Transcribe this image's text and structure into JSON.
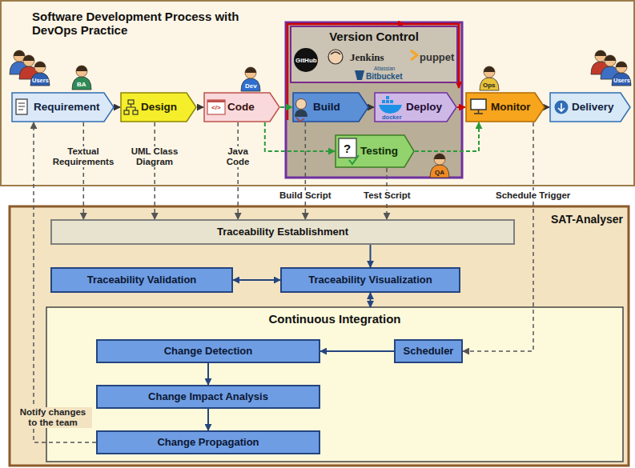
{
  "diagram": {
    "nodes": [
      {
        "text": [
          "Software Development Process with DevOps Practice"
        ]
      },
      {
        "text": [
          "Requirement"
        ],
        "in": 0
      },
      {
        "text": [
          "Design"
        ],
        "in": 0
      },
      {
        "text": [
          "Code"
        ],
        "in": 0
      },
      {
        "text": [
          "Version Control"
        ],
        "in": 0
      },
      {
        "text": [
          "Build"
        ],
        "in": 0
      },
      {
        "text": [
          "Deploy"
        ],
        "in": 0
      },
      {
        "text": [
          "Testing"
        ],
        "in": 0
      },
      {
        "text": [
          "Monitor"
        ],
        "in": 0
      },
      {
        "text": [
          "Delivery"
        ],
        "in": 0
      },
      {
        "text": [
          "SAT-Analyser"
        ]
      },
      {
        "text": [
          "Traceability Establishment"
        ],
        "in": 10
      },
      {
        "text": [
          "Traceability Validation"
        ],
        "in": 10
      },
      {
        "text": [
          "Traceability Visualization"
        ],
        "in": 10
      },
      {
        "text": [
          "Continuous Integration"
        ],
        "in": 10
      },
      {
        "text": [
          "Change Detection"
        ],
        "in": 14
      },
      {
        "text": [
          "Scheduler"
        ],
        "in": 14
      },
      {
        "text": [
          "Change Impact Analysis"
        ],
        "in": 14
      },
      {
        "text": [
          "Change Propagation"
        ],
        "in": 14
      }
    ],
    "edges": [
      {
        "from": 1,
        "to": 2,
        "arrow": "to"
      },
      {
        "from": 2,
        "to": 3,
        "arrow": "to"
      },
      {
        "from": 3,
        "to": 5,
        "arrow": "to"
      },
      {
        "from": 3,
        "to": 7,
        "arrow": "to"
      },
      {
        "from": 5,
        "to": 6,
        "arrow": "to"
      },
      {
        "from": 6,
        "to": 8,
        "arrow": "to"
      },
      {
        "from": 7,
        "to": 8,
        "arrow": "to"
      },
      {
        "from": 8,
        "to": 9,
        "arrow": "to"
      },
      {
        "from": 1,
        "to": 11,
        "label": "Textual Requirements",
        "arrow": "to"
      },
      {
        "from": 2,
        "to": 11,
        "label": "UML Class Diagram",
        "arrow": "to"
      },
      {
        "from": 3,
        "to": 11,
        "label": "Java Code",
        "arrow": "to"
      },
      {
        "from": 5,
        "to": 11,
        "label": "Build Script",
        "arrow": "to"
      },
      {
        "from": 7,
        "to": 11,
        "label": "Test Script",
        "arrow": "to"
      },
      {
        "from": 8,
        "to": 16,
        "label": "Schedule Trigger",
        "arrow": "to"
      },
      {
        "from": 11,
        "to": 13,
        "arrow": "to"
      },
      {
        "from": 12,
        "to": 13,
        "arrow": "both"
      },
      {
        "from": 13,
        "to": 14,
        "arrow": "both"
      },
      {
        "from": 16,
        "to": 15,
        "arrow": "to"
      },
      {
        "from": 15,
        "to": 17,
        "arrow": "to"
      },
      {
        "from": 17,
        "to": 18,
        "arrow": "to"
      },
      {
        "from": 18,
        "to": 1,
        "label": "Notify changes to the team",
        "arrow": "to"
      }
    ],
    "labels": [
      "Users",
      "BA",
      "Dev",
      "Ops",
      "QA",
      "Users",
      "GitHub",
      "Jenkins",
      "puppet",
      "Atlassian",
      "Bitbucket",
      "</>",
      "docker",
      "?"
    ]
  }
}
